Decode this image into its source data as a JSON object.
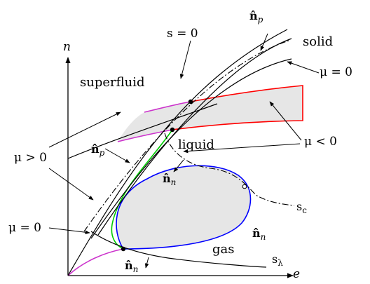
{
  "axes": {
    "x_label": "e",
    "y_label": "n"
  },
  "regions": {
    "superfluid": "superfluid",
    "solid": "solid",
    "liquid": "liquid",
    "gas": "gas"
  },
  "annotations": {
    "s_zero": "s = 0",
    "mu_zero_top": "μ = 0",
    "mu_neg": "μ < 0",
    "mu_pos": "μ > 0",
    "mu_zero_left": "μ = 0",
    "s_c": "s",
    "s_c_sub": "c",
    "s_lambda": "s",
    "s_lambda_sub": "λ"
  },
  "normals": {
    "np_top": {
      "hat": "n̂",
      "sub": "p"
    },
    "np_left": {
      "hat": "n̂",
      "sub": "p"
    },
    "nn_mid": {
      "hat": "n̂",
      "sub": "n"
    },
    "nn_right": {
      "hat": "n̂",
      "sub": "n"
    },
    "nn_bottom": {
      "hat": "n̂",
      "sub": "n"
    }
  },
  "colors": {
    "axis": "#000000",
    "region_fill": "#e6e6e6",
    "liquid_boundary": "#ff0000",
    "gas_boundary": "#0000ff",
    "green_curve": "#00cc00",
    "magenta_curve": "#cc33cc"
  }
}
